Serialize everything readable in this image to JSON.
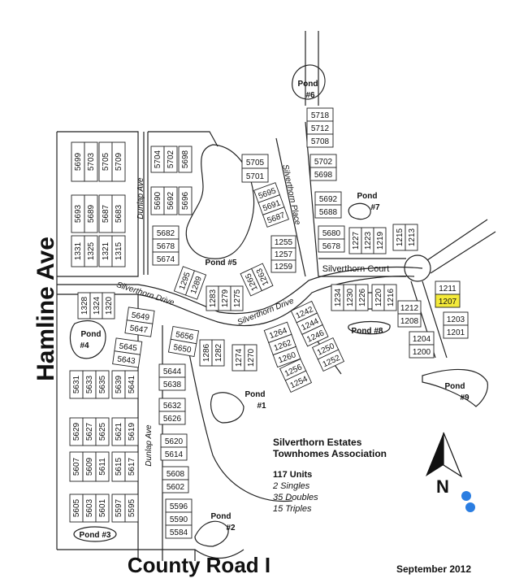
{
  "title_block": {
    "association_line1": "Silverthorn Estates",
    "association_line2": "Townhomes Association",
    "unit_total": "117 Units",
    "singles": "2 Singles",
    "doubles": "35 Doubles",
    "triples": "15 Triples",
    "date": "September 2012",
    "north_label": "N"
  },
  "roads": {
    "hamline": "Hamline Ave",
    "county_road": "County Road I",
    "silverthorn_drive": "Silverthorn Drive",
    "silverthorn_drive_2": "Silverthorn Drive",
    "silverthorn_court": "Silverthorn Court",
    "silverthorn_place": "Silverthorn Place",
    "dunlap_upper": "Dunlap Ave",
    "dunlap_lower": "Dunlap Ave"
  },
  "ponds": {
    "p1a": "Pond",
    "p1b": "#1",
    "p2a": "Pond",
    "p2b": "#2",
    "p3": "Pond #3",
    "p4a": "Pond",
    "p4b": "#4",
    "p5": "Pond #5",
    "p6a": "Pond",
    "p6b": "#6",
    "p7a": "Pond",
    "p7b": "#7",
    "p8": "Pond #8",
    "p9a": "Pond",
    "p9b": "#9"
  },
  "highlight_color": "#f4ea3a",
  "units": {
    "a_5699": "5699",
    "a_5703": "5703",
    "a_5705": "5705",
    "a_5709": "5709",
    "b_5693": "5693",
    "b_5689": "5689",
    "b_5687": "5687",
    "b_5683": "5683",
    "c_1331": "1331",
    "c_1325": "1325",
    "c_1321": "1321",
    "c_1315": "1315",
    "d_5704": "5704",
    "d_5702": "5702",
    "d_5698": "5698",
    "e_5690": "5690",
    "e_5692": "5692",
    "e_5696": "5696",
    "f_5682": "5682",
    "f_5678": "5678",
    "f_5674": "5674",
    "g_5705": "5705",
    "g_5701": "5701",
    "h_5695": "5695",
    "h_5691": "5691",
    "h_5687": "5687",
    "i_1255": "1255",
    "i_1257": "1257",
    "i_1259": "1259",
    "j_5718": "5718",
    "j_5712": "5712",
    "j_5708": "5708",
    "k_5702": "5702",
    "k_5698": "5698",
    "l_5692": "5692",
    "l_5688": "5688",
    "m_5680": "5680",
    "m_5678": "5678",
    "n_1227": "1227",
    "n_1223": "1223",
    "n_1219": "1219",
    "o_1215": "1215",
    "o_1213": "1213",
    "p_1295": "1295",
    "p_1289": "1289",
    "q_1283": "1283",
    "q_1279": "1279",
    "q_1275": "1275",
    "r_1265": "1265",
    "r_1263": "1263",
    "s_1328": "1328",
    "s_1324": "1324",
    "s_1320": "1320",
    "t_5649": "5649",
    "t_5647": "5647",
    "u_5645": "5645",
    "u_5643": "5643",
    "v_5656": "5656",
    "v_5650": "5650",
    "w_1286": "1286",
    "w_1282": "1282",
    "x_1274": "1274",
    "x_1270": "1270",
    "y_1264": "1264",
    "y_1262": "1262",
    "y_1260": "1260",
    "z_1242": "1242",
    "z_1244": "1244",
    "z_1246": "1246",
    "aa_1256": "1256",
    "aa_1254": "1254",
    "ab_1250": "1250",
    "ab_1252": "1252",
    "ac_1234": "1234",
    "ac_1230": "1230",
    "ac_1226": "1226",
    "ad_1220": "1220",
    "ad_1216": "1216",
    "ae_1212": "1212",
    "ae_1208": "1208",
    "af_1204": "1204",
    "af_1200": "1200",
    "ag_1211": "1211",
    "ag_1207": "1207",
    "ah_1203": "1203",
    "ah_1201": "1201",
    "ai_5631": "5631",
    "ai_5633": "5633",
    "ai_5635": "5635",
    "aj_5639": "5639",
    "aj_5641": "5641",
    "ak_5644": "5644",
    "ak_5638": "5638",
    "al_5632": "5632",
    "al_5626": "5626",
    "am_5629": "5629",
    "am_5627": "5627",
    "am_5625": "5625",
    "an_5621": "5621",
    "an_5619": "5619",
    "ao_5620": "5620",
    "ao_5614": "5614",
    "ap_5607": "5607",
    "ap_5609": "5609",
    "ap_5611": "5611",
    "aq_5615": "5615",
    "aq_5617": "5617",
    "ar_5608": "5608",
    "ar_5602": "5602",
    "as_5605": "5605",
    "as_5603": "5603",
    "as_5601": "5601",
    "at_5597": "5597",
    "at_5595": "5595",
    "au_5596": "5596",
    "au_5590": "5590",
    "au_5584": "5584"
  }
}
